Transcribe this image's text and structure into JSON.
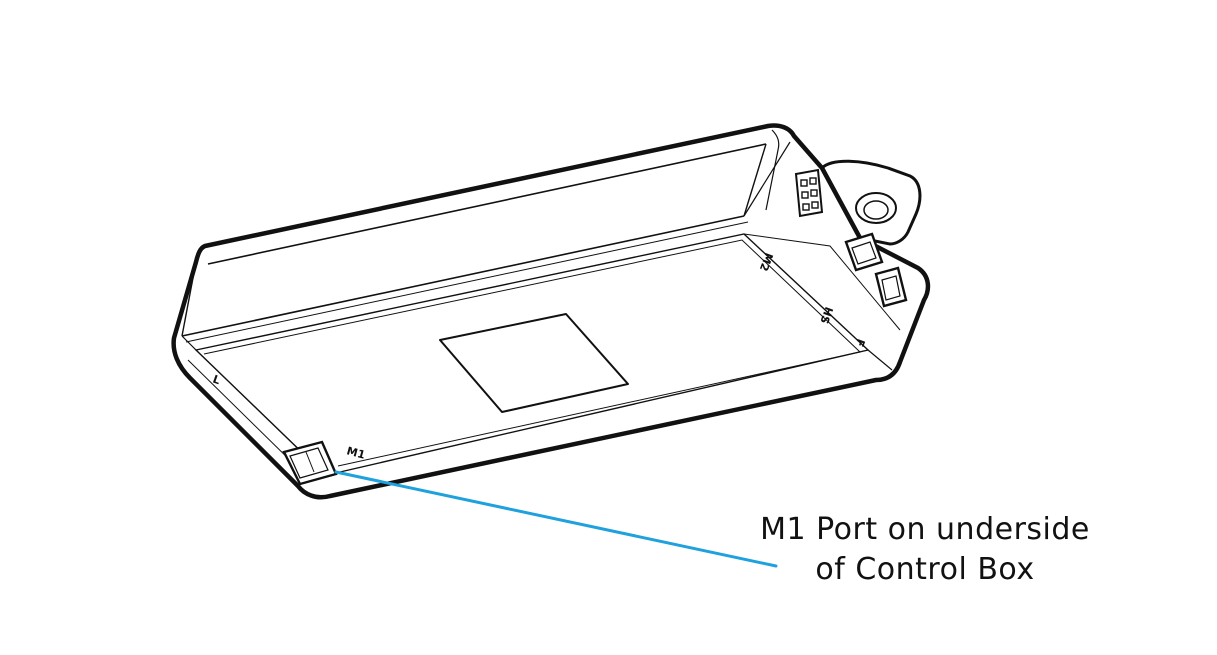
{
  "callout": {
    "line1": "M1 Port on underside",
    "line2": "of Control Box"
  },
  "port_labels": {
    "m1": "M1",
    "m2": "M2",
    "hs": "HS",
    "f": "F",
    "unlabeled_corner": "L"
  },
  "colors": {
    "leader_line": "#1ea1dc",
    "outline": "#111111",
    "background": "#ffffff"
  },
  "icons": {
    "device": "control-box-drawing"
  }
}
